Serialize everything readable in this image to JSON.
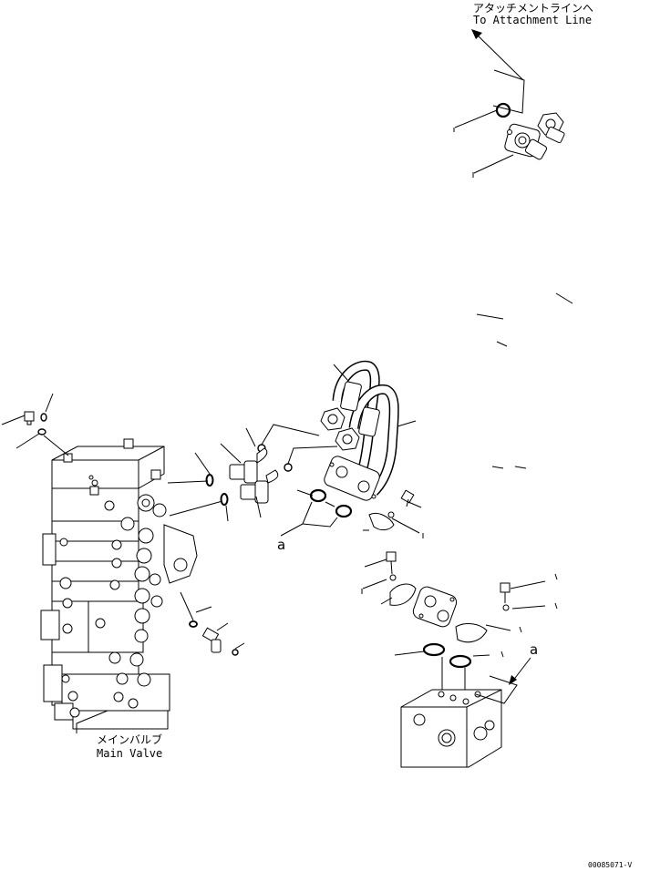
{
  "labels": {
    "attach_jp": "アタッチメントラインへ",
    "attach_en": "To Attachment Line",
    "main_jp": "メインバルブ",
    "main_en": "Main Valve",
    "callout_a_left": "a",
    "callout_a_right": "a",
    "drawing_code": "00085071-V"
  }
}
